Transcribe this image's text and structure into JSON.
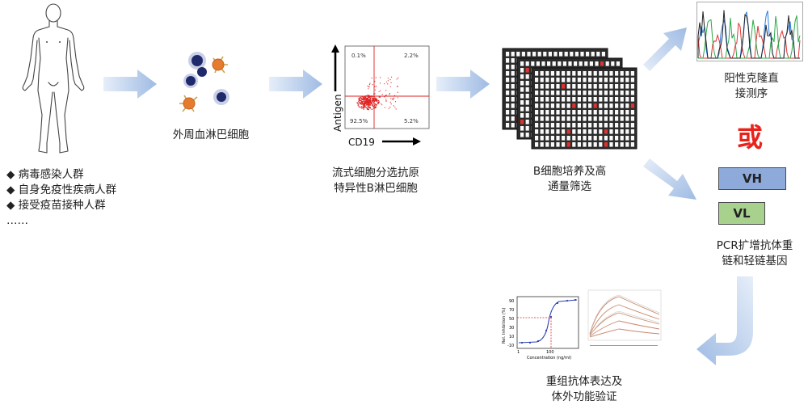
{
  "steps": {
    "source_list": [
      "◆ 病毒感染人群",
      "◆ 自身免疫性疾病人群",
      "◆ 接受疫苗接种人群",
      "……"
    ],
    "pbmc": "外周血淋巴细胞",
    "facs": [
      "流式细胞分选抗原",
      "特异性B淋巴细胞"
    ],
    "culture": [
      "B细胞培养及高",
      "通量筛选"
    ],
    "sequencing": [
      "阳性克隆直",
      "接测序"
    ],
    "or": "或",
    "pcr": [
      "PCR扩增抗体重",
      "链和轻链基因"
    ],
    "expression": [
      "重组抗体表达及",
      "体外功能验证"
    ]
  },
  "facs_plot": {
    "ylabel": "Antigen",
    "xlabel": "CD19",
    "quadrants": [
      "0.1%",
      "2.2%",
      "92.5%",
      "5.2%"
    ]
  },
  "genes": {
    "vh": "VH",
    "vl": "VL"
  },
  "colors": {
    "arrow": "#b9cde8",
    "vh": "#8eaadb",
    "vl": "#a9d18e",
    "or": "#e8231b"
  },
  "inhibition_chart": {
    "ylabel": "Rel. Inhibition (%)",
    "xlabel": "Concentration (ng/ml)",
    "yticks": [
      "90",
      "70",
      "50",
      "30",
      "10",
      "-10"
    ],
    "xticks": [
      "1",
      "100"
    ]
  }
}
